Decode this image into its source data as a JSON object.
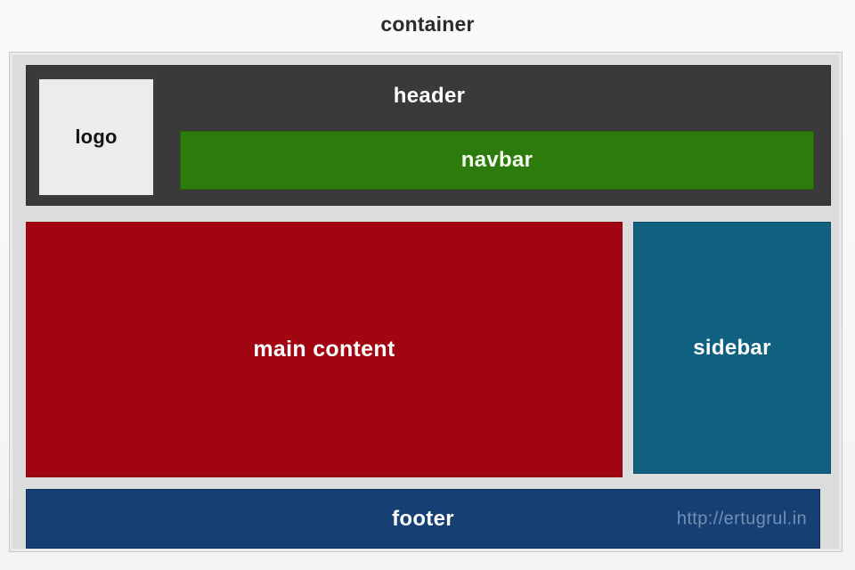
{
  "container": {
    "title": "container"
  },
  "header": {
    "label": "header",
    "logo": {
      "label": "logo"
    },
    "navbar": {
      "label": "navbar"
    }
  },
  "body_row": {
    "main_content": {
      "label": "main content"
    },
    "sidebar": {
      "label": "sidebar"
    }
  },
  "footer": {
    "label": "footer",
    "watermark": "http://ertugrul.in"
  },
  "colors": {
    "page_background": "#f7f7f7",
    "container_frame": "#dcdcdc",
    "header": "#3a3a3a",
    "logo": "#ececec",
    "navbar": "#2d7a0d",
    "main_content": "#a00511",
    "sidebar": "#106080",
    "footer": "#163f73"
  }
}
